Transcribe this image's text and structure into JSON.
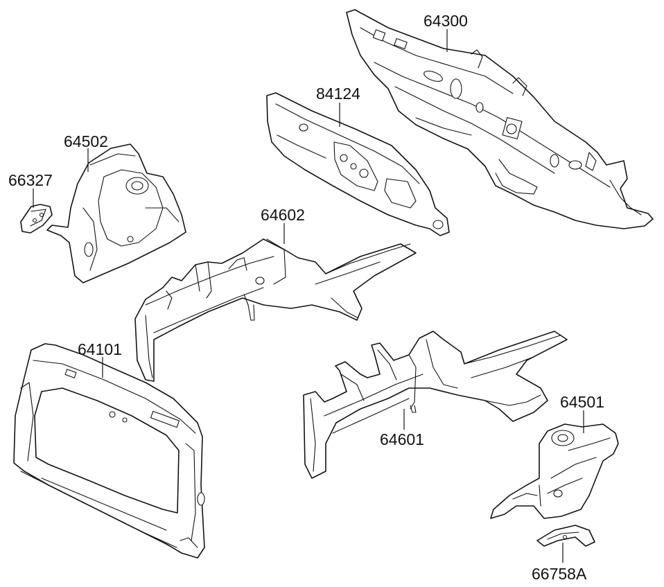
{
  "parts": [
    {
      "id": "p64300",
      "label": "64300"
    },
    {
      "id": "p84124",
      "label": "84124"
    },
    {
      "id": "p64502",
      "label": "64502"
    },
    {
      "id": "p66327",
      "label": "66327"
    },
    {
      "id": "p64602",
      "label": "64602"
    },
    {
      "id": "p64101",
      "label": "64101"
    },
    {
      "id": "p64601",
      "label": "64601"
    },
    {
      "id": "p64501",
      "label": "64501"
    },
    {
      "id": "p66758A",
      "label": "66758A"
    }
  ]
}
